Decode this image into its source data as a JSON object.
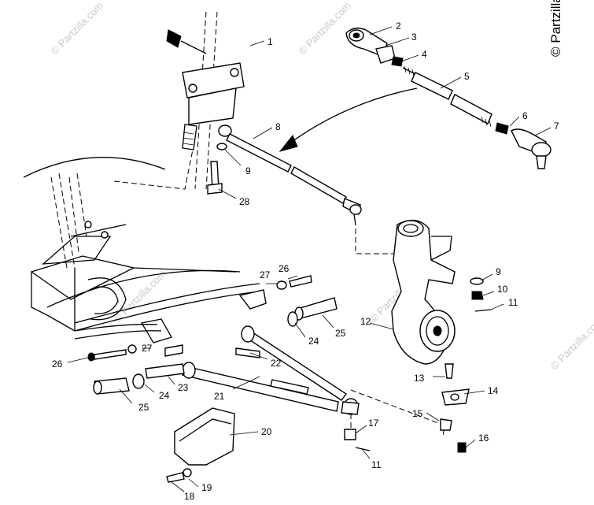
{
  "copyright": "© Partzilla.com",
  "watermarks": [
    "© Partzilla.com",
    "© Partzilla.com",
    "© Partzilla.com",
    "© Partzilla.com",
    "© Partzilla.com"
  ],
  "callouts": [
    "1",
    "2",
    "3",
    "4",
    "5",
    "6",
    "7",
    "8",
    "9",
    "28",
    "9",
    "10",
    "11",
    "12",
    "27",
    "26",
    "25",
    "24",
    "22",
    "27",
    "26",
    "23",
    "24",
    "25",
    "21",
    "13",
    "14",
    "15",
    "16",
    "17",
    "20",
    "11",
    "19",
    "18"
  ]
}
